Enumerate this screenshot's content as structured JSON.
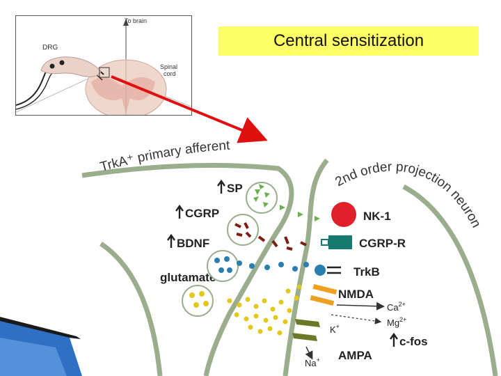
{
  "slide": {
    "title": "Central sensitization"
  },
  "inset": {
    "to_brain": "To brain",
    "drg": "DRG",
    "spinal": "Spinal",
    "cord": "cord"
  },
  "diagram": {
    "afferent_label": "TrkA⁺ primary afferent",
    "neuron_label": "2nd order projection neuron",
    "left_labels": {
      "sp": "SP",
      "cgrp": "CGRP",
      "bdnf": "BDNF",
      "glutamate": "glutamate"
    },
    "receptor_labels": {
      "nk1": "NK-1",
      "cgrpr": "CGRP-R",
      "trkb": "TrkB",
      "nmda": "NMDA",
      "ampa": "AMPA"
    },
    "ions": {
      "ca_base": "Ca",
      "ca_sup": "2+",
      "mg_base": "Mg",
      "mg_sup": "2+",
      "k_base": "K",
      "k_sup": "+",
      "na_base": "Na",
      "na_sup": "+"
    },
    "cfos": "c-fos"
  },
  "colors": {
    "title_bg": "#ffff66",
    "arrow": "#e01010",
    "membrane": "#9aae8e",
    "sp": "#6ab04c",
    "nk1": "#e0202a",
    "cgrp": "#7a1f12",
    "cgrpr": "#177a70",
    "bdnf": "#2a7fb0",
    "glutamate": "#e3c81c",
    "nmda": "#f0a020",
    "ampa": "#6b7a2a"
  }
}
